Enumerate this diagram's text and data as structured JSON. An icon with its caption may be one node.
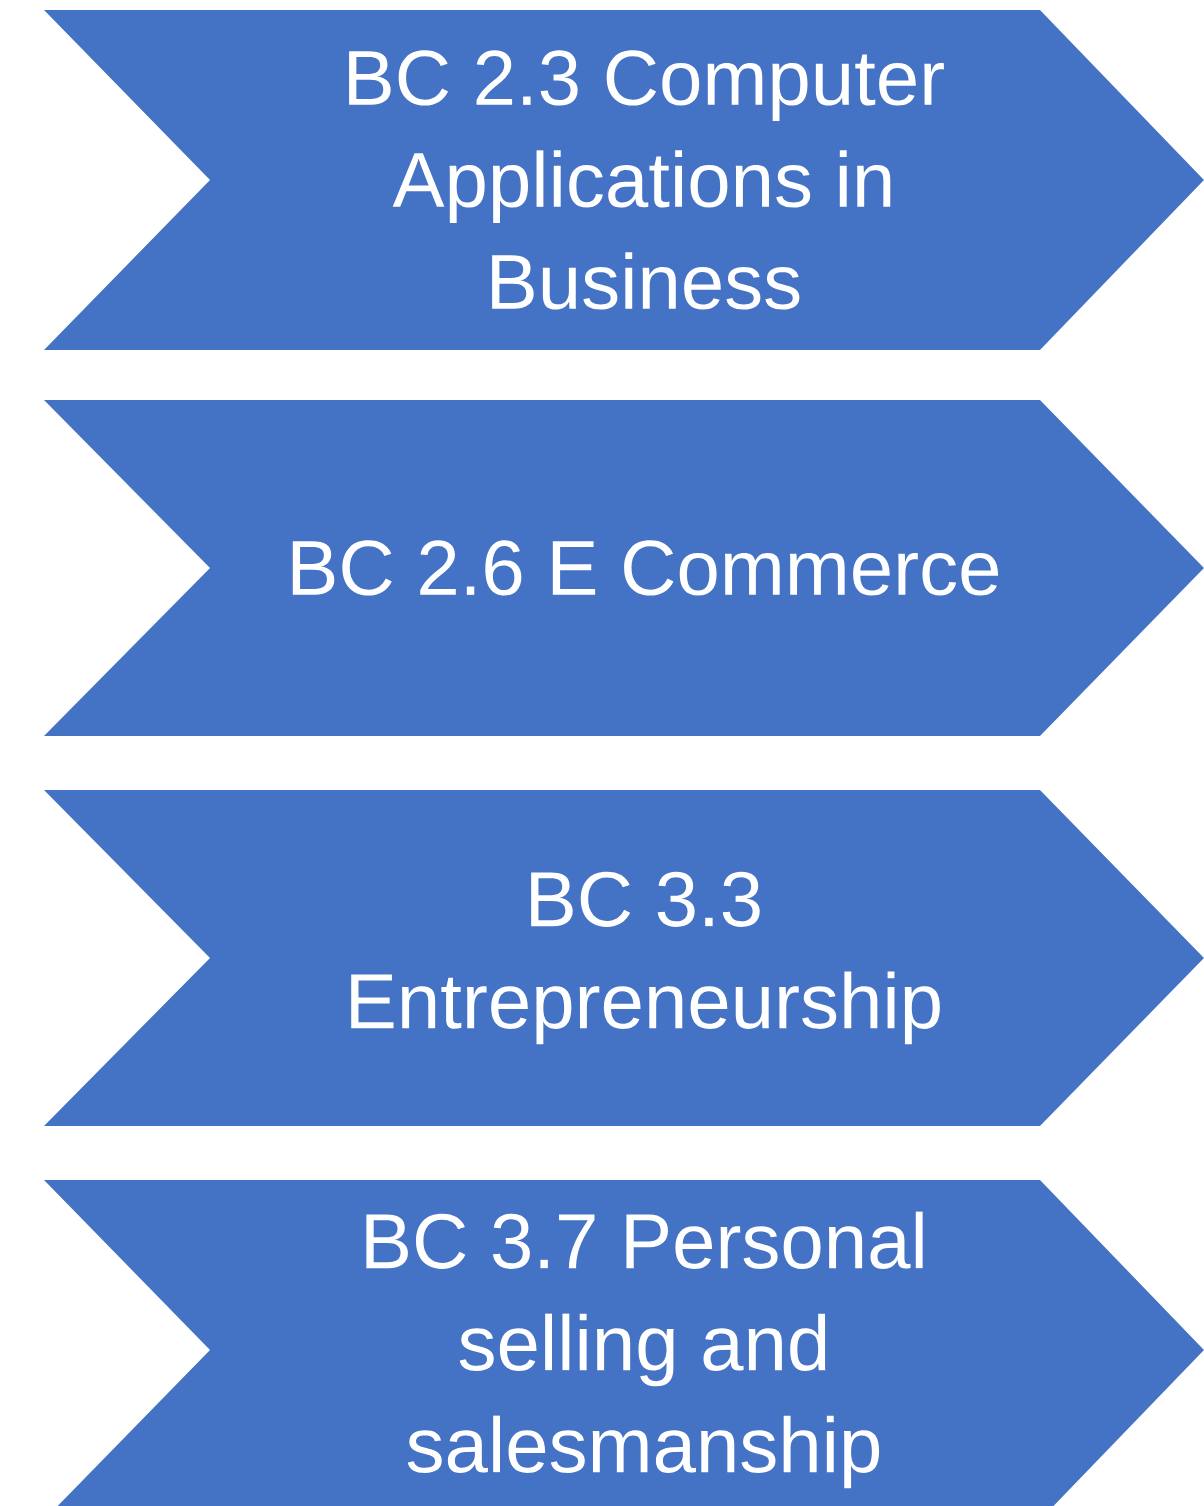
{
  "diagram": {
    "nodes": [
      {
        "text": [
          "BC 2.3 Computer Applications in Business"
        ]
      },
      {
        "text": [
          "BC 2.6 E Commerce"
        ]
      },
      {
        "text": [
          "BC 3.3 Entrepreneurship"
        ]
      },
      {
        "text": [
          "BC 3.7 Personal selling and salesmanship"
        ]
      }
    ]
  }
}
